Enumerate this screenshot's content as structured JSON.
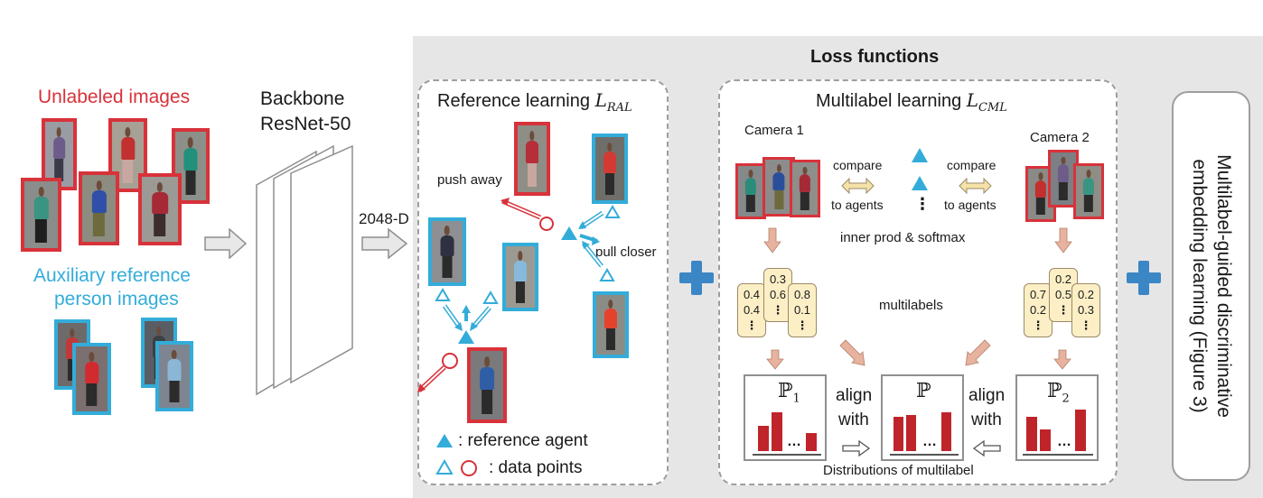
{
  "left": {
    "unlabeled_title": "Unlabeled images",
    "auxiliary_title_line1": "Auxiliary reference",
    "auxiliary_title_line2": "person images"
  },
  "backbone": {
    "line1": "Backbone",
    "line2": "ResNet-50",
    "feature_dim": "2048-D"
  },
  "loss": {
    "title": "Loss functions",
    "reference": {
      "title": "Reference learning ",
      "symbol": "L",
      "subscript": "RAL",
      "push_away": "push away",
      "pull_closer": "pull closer",
      "legend_agent": ": reference agent",
      "legend_points": ": data points"
    },
    "multilabel": {
      "title": "Multilabel learning ",
      "symbol": "L",
      "subscript": "CML",
      "camera1": "Camera 1",
      "camera2": "Camera 2",
      "compare": "compare",
      "to_agents": "to agents",
      "vertical_dots": "⋮",
      "inner_prod": "inner prod & softmax",
      "multilabels": "multilabels",
      "cam1_cards": [
        [
          "0.4",
          "0.4"
        ],
        [
          "0.3",
          "0.6"
        ],
        [
          "0.8",
          "0.1"
        ]
      ],
      "cam2_cards": [
        [
          "0.7",
          "0.2"
        ],
        [
          "0.2",
          "0.5"
        ],
        [
          "0.2",
          "0.3"
        ]
      ],
      "dist_p1": "ℙ",
      "dist_p1_sub": "1",
      "dist_p": "ℙ",
      "dist_p2": "ℙ",
      "dist_p2_sub": "2",
      "bar_dots": "…",
      "align1": "align",
      "with1": "with",
      "align2": "align",
      "with2": "with",
      "distributions_caption": "Distributions of multilabel"
    },
    "side_label_line1": "Multilabel-guided discriminative",
    "side_label_line2": "embedding learning (Figure 3)"
  },
  "colors": {
    "red": "#d8323a",
    "blue": "#33acd9",
    "panel_bg": "#e6e6e6",
    "bar": "#c0242b",
    "plus": "#3b86c5",
    "card": "#fcefc6"
  }
}
